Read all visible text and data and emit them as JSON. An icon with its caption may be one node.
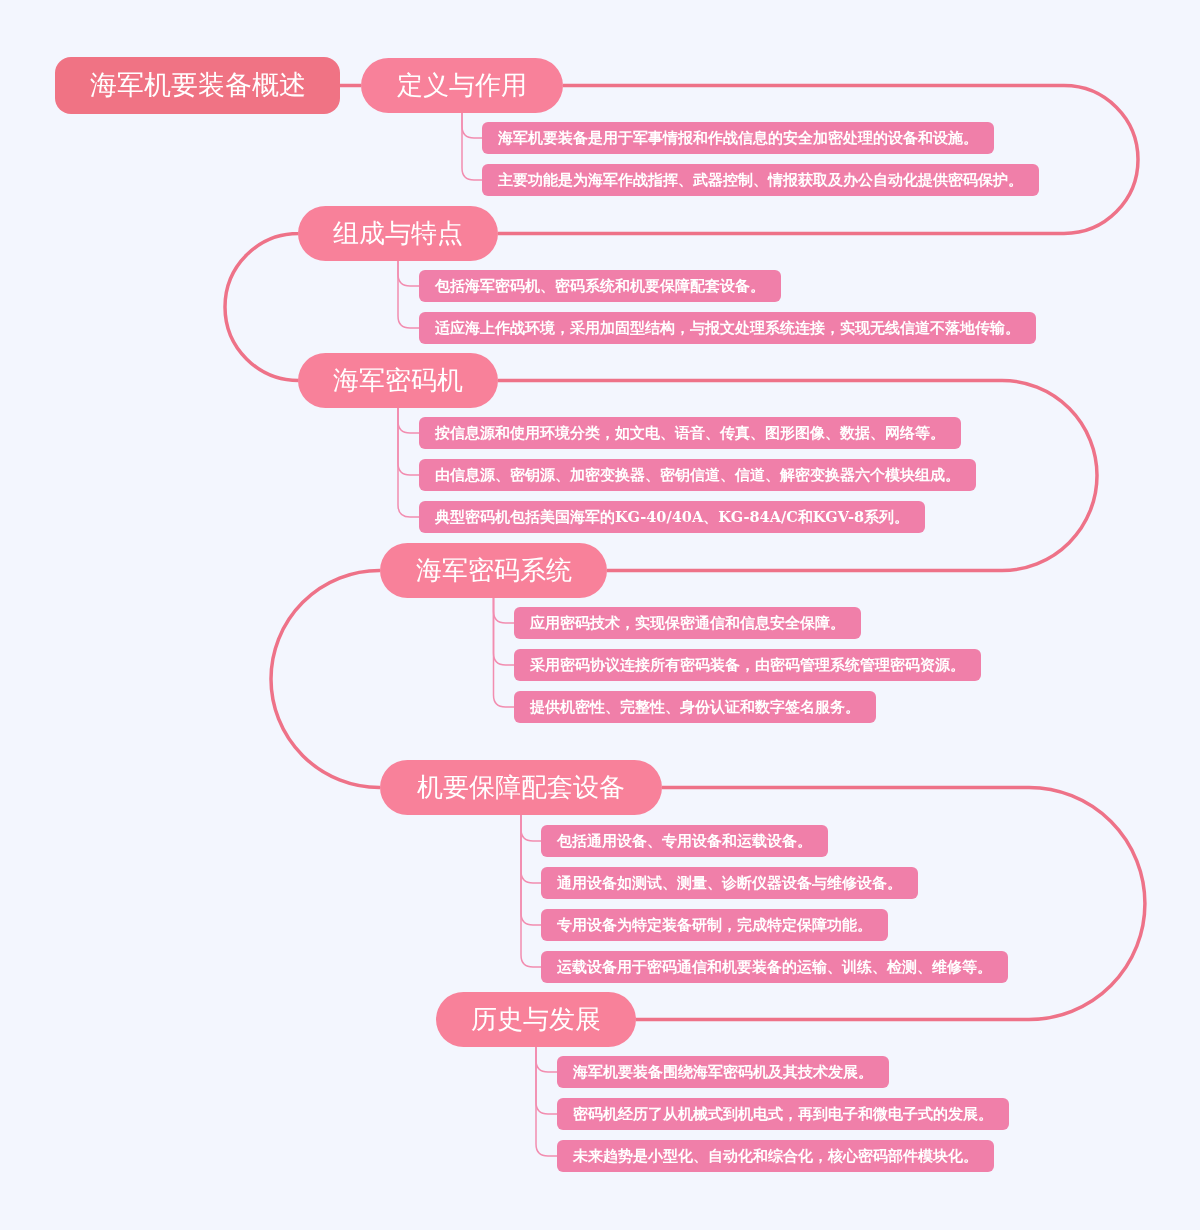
{
  "diagram": {
    "nodes": [
      {
        "text": [
          "海军机要装备概述"
        ]
      },
      {
        "text": [
          "定义与作用"
        ]
      },
      {
        "text": [
          "海军机要装备是用于军事情报和作战信息的安全加密处理的设备和设施。"
        ]
      },
      {
        "text": [
          "主要功能是为海军作战指挥、武器控制、情报获取及办公自动化提供密码保护。"
        ]
      },
      {
        "text": [
          "组成与特点"
        ]
      },
      {
        "text": [
          "包括海军密码机、密码系统和机要保障配套设备。"
        ]
      },
      {
        "text": [
          "适应海上作战环境，采用加固型结构，与报文处理系统连接，实现无线信道不落地传输。"
        ]
      },
      {
        "text": [
          "海军密码机"
        ]
      },
      {
        "text": [
          "按信息源和使用环境分类，如文电、语音、传真、图形图像、数据、网络等。"
        ]
      },
      {
        "text": [
          "由信息源、密钥源、加密变换器、密钥信道、信道、解密变换器六个模块组成。"
        ]
      },
      {
        "text": [
          "典型密码机包括美国海军的KG-40/40A、KG-84A/C和KGV-8系列。"
        ]
      },
      {
        "text": [
          "海军密码系统"
        ]
      },
      {
        "text": [
          "应用密码技术，实现保密通信和信息安全保障。"
        ]
      },
      {
        "text": [
          "采用密码协议连接所有密码装备，由密码管理系统管理密码资源。"
        ]
      },
      {
        "text": [
          "提供机密性、完整性、身份认证和数字签名服务。"
        ]
      },
      {
        "text": [
          "机要保障配套设备"
        ]
      },
      {
        "text": [
          "包括通用设备、专用设备和运载设备。"
        ]
      },
      {
        "text": [
          "通用设备如测试、测量、诊断仪器设备与维修设备。"
        ]
      },
      {
        "text": [
          "专用设备为特定装备研制，完成特定保障功能。"
        ]
      },
      {
        "text": [
          "运载设备用于密码通信和机要装备的运输、训练、检测、维修等。"
        ]
      },
      {
        "text": [
          "历史与发展"
        ]
      },
      {
        "text": [
          "海军机要装备围绕海军密码机及其技术发展。"
        ]
      },
      {
        "text": [
          "密码机经历了从机械式到机电式，再到电子和微电子式的发展。"
        ]
      },
      {
        "text": [
          "未来趋势是小型化、自动化和综合化，核心密码部件模块化。"
        ]
      }
    ],
    "edges": [
      {
        "from": 0,
        "to": 1,
        "arrow": "none",
        "style": "thick",
        "color": "#ee7288"
      },
      {
        "from": 1,
        "to": 2,
        "arrow": "none"
      },
      {
        "from": 1,
        "to": 3,
        "arrow": "none"
      },
      {
        "from": 1,
        "to": 4,
        "arrow": "none",
        "style": "thick",
        "color": "#ee7288"
      },
      {
        "from": 4,
        "to": 5,
        "arrow": "none"
      },
      {
        "from": 4,
        "to": 6,
        "arrow": "none"
      },
      {
        "from": 4,
        "to": 7,
        "arrow": "none",
        "style": "thick",
        "color": "#ee7288"
      },
      {
        "from": 7,
        "to": 8,
        "arrow": "none"
      },
      {
        "from": 7,
        "to": 9,
        "arrow": "none"
      },
      {
        "from": 7,
        "to": 10,
        "arrow": "none"
      },
      {
        "from": 7,
        "to": 11,
        "arrow": "none",
        "style": "thick",
        "color": "#ee7288"
      },
      {
        "from": 11,
        "to": 12,
        "arrow": "none"
      },
      {
        "from": 11,
        "to": 13,
        "arrow": "none"
      },
      {
        "from": 11,
        "to": 14,
        "arrow": "none"
      },
      {
        "from": 11,
        "to": 15,
        "arrow": "none",
        "style": "thick",
        "color": "#ee7288"
      },
      {
        "from": 15,
        "to": 16,
        "arrow": "none"
      },
      {
        "from": 15,
        "to": 17,
        "arrow": "none"
      },
      {
        "from": 15,
        "to": 18,
        "arrow": "none"
      },
      {
        "from": 15,
        "to": 19,
        "arrow": "none"
      },
      {
        "from": 15,
        "to": 20,
        "arrow": "none",
        "style": "thick",
        "color": "#ee7288"
      },
      {
        "from": 20,
        "to": 21,
        "arrow": "none"
      },
      {
        "from": 20,
        "to": 22,
        "arrow": "none"
      },
      {
        "from": 20,
        "to": 23,
        "arrow": "none"
      }
    ]
  }
}
